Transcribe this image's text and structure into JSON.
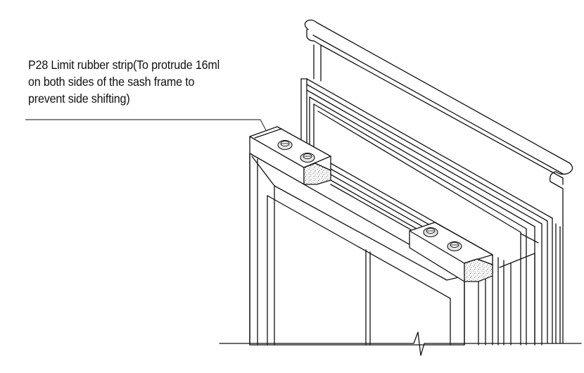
{
  "annotation": {
    "lines": [
      "P28 Limit rubber strip(To protrude 16ml",
      "on both sides of the sash frame to",
      "prevent side shifting)"
    ]
  },
  "icons": [
    "screw-head-icon",
    "rubber-block-icon",
    "break-line-icon"
  ]
}
